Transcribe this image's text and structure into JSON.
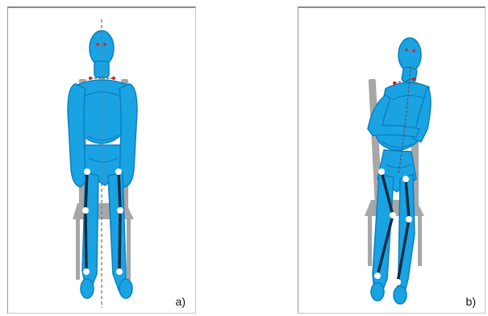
{
  "panels": [
    {
      "label": "a)",
      "pose": "upright"
    },
    {
      "label": "b)",
      "pose": "leaning"
    }
  ],
  "colors": {
    "body": "#1aa3e3",
    "body_outline": "#0b7fc0",
    "chair": "#a7a7a7",
    "joint": "#ffffff",
    "limb_line": "#0c2d44",
    "eye": "#e21b1b",
    "midline": "#7a7a7a"
  }
}
